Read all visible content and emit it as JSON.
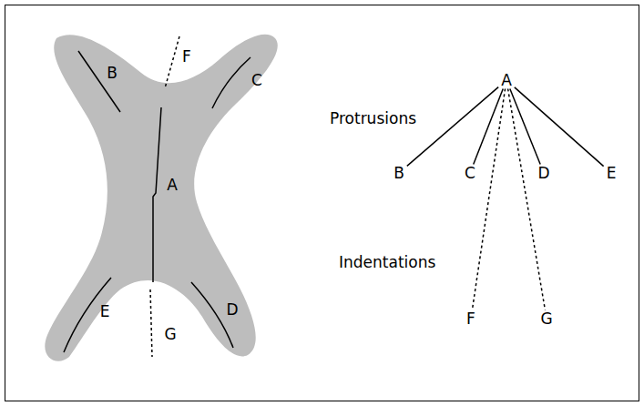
{
  "diagram": {
    "nodes": [
      {
        "text": [
          "A"
        ]
      },
      {
        "text": [
          "B"
        ]
      },
      {
        "text": [
          "C"
        ]
      },
      {
        "text": [
          "D"
        ]
      },
      {
        "text": [
          "E"
        ]
      },
      {
        "text": [
          "F"
        ]
      },
      {
        "text": [
          "G"
        ]
      }
    ],
    "edges": [
      {
        "from": 0,
        "to": 1,
        "arrow": "none"
      },
      {
        "from": 0,
        "to": 2,
        "arrow": "none"
      },
      {
        "from": 0,
        "to": 3,
        "arrow": "none"
      },
      {
        "from": 0,
        "to": 4,
        "arrow": "none"
      },
      {
        "from": 0,
        "to": 5,
        "arrow": "none"
      },
      {
        "from": 0,
        "to": 6,
        "arrow": "none"
      }
    ],
    "labels": [
      "B",
      "F",
      "C",
      "A",
      "E",
      "G",
      "D",
      "Protrusions",
      "Indentations"
    ]
  }
}
